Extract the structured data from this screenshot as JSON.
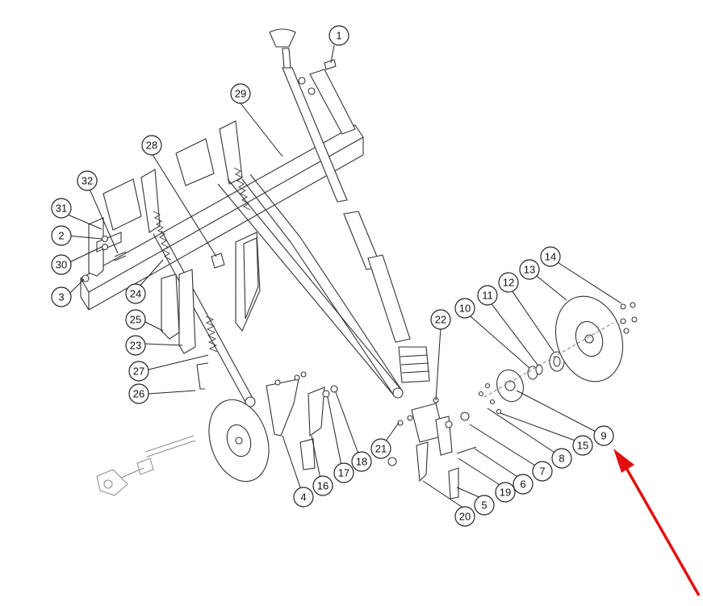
{
  "callouts": [
    {
      "id": "c1",
      "label": "1"
    },
    {
      "id": "c2",
      "label": "2"
    },
    {
      "id": "c3",
      "label": "3"
    },
    {
      "id": "c4",
      "label": "4"
    },
    {
      "id": "c5",
      "label": "5"
    },
    {
      "id": "c6",
      "label": "6"
    },
    {
      "id": "c7",
      "label": "7"
    },
    {
      "id": "c8",
      "label": "8"
    },
    {
      "id": "c9",
      "label": "9"
    },
    {
      "id": "c10",
      "label": "10"
    },
    {
      "id": "c11",
      "label": "11"
    },
    {
      "id": "c12",
      "label": "12"
    },
    {
      "id": "c13",
      "label": "13"
    },
    {
      "id": "c14",
      "label": "14"
    },
    {
      "id": "c15",
      "label": "15"
    },
    {
      "id": "c16",
      "label": "16"
    },
    {
      "id": "c17",
      "label": "17"
    },
    {
      "id": "c18",
      "label": "18"
    },
    {
      "id": "c19",
      "label": "19"
    },
    {
      "id": "c20",
      "label": "20"
    },
    {
      "id": "c21",
      "label": "21"
    },
    {
      "id": "c22",
      "label": "22"
    },
    {
      "id": "c23",
      "label": "23"
    },
    {
      "id": "c24",
      "label": "24"
    },
    {
      "id": "c25",
      "label": "25"
    },
    {
      "id": "c26",
      "label": "26"
    },
    {
      "id": "c27",
      "label": "27"
    },
    {
      "id": "c28",
      "label": "28"
    },
    {
      "id": "c29",
      "label": "29"
    },
    {
      "id": "c30",
      "label": "30"
    },
    {
      "id": "c31",
      "label": "31"
    },
    {
      "id": "c32",
      "label": "32"
    }
  ],
  "highlight_arrow": {
    "color": "#e01010",
    "points_to": "9"
  }
}
